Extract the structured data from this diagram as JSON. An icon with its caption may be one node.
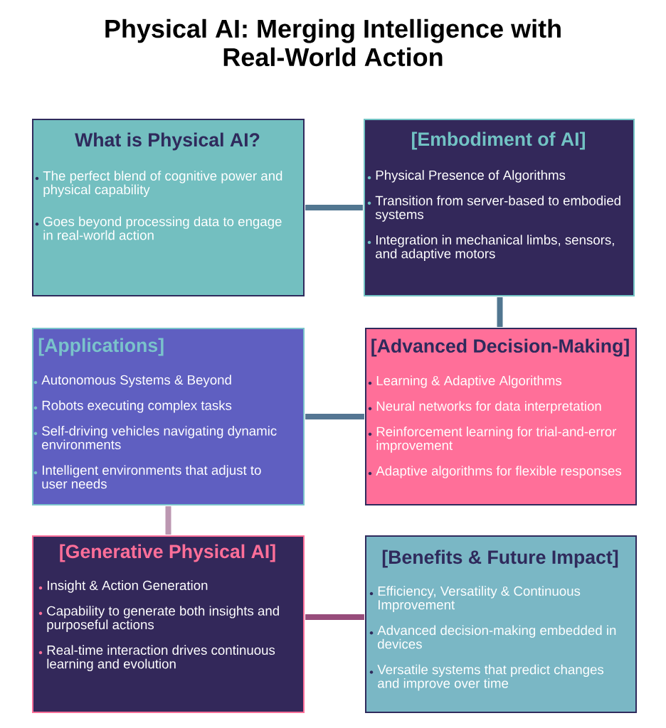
{
  "diagram": {
    "title": "Physical AI: Merging Intelligence with Real-World Action",
    "nodes": [
      {
        "text": [
          "What is Physical AI?",
          "The perfect blend of cognitive power and physical capability",
          "Goes beyond processing data to engage in real-world action"
        ]
      },
      {
        "text": [
          "[Embodiment of AI]",
          "Physical Presence of Algorithms",
          "Transition from server-based to embodied systems",
          "Integration in mechanical limbs, sensors, and adaptive motors"
        ]
      },
      {
        "text": [
          "[Applications]",
          "Autonomous Systems & Beyond",
          "Robots executing complex tasks",
          "Self-driving vehicles navigating dynamic environments",
          "Intelligent environments that adjust to user needs"
        ]
      },
      {
        "text": [
          "[Advanced Decision-Making]",
          "Learning & Adaptive Algorithms",
          "Neural networks for data interpretation",
          "Reinforcement learning for trial-and-error improvement",
          "Adaptive algorithms for flexible responses"
        ]
      },
      {
        "text": [
          "[Generative Physical AI]",
          "Insight & Action Generation",
          "Capability to generate both insights and purposeful actions",
          "Real-time interaction drives continuous learning and evolution"
        ]
      },
      {
        "text": [
          "[Benefits & Future Impact]",
          "Efficiency, Versatility & Continuous Improvement",
          "Advanced decision-making embedded in devices",
          "Versatile systems that predict changes and improve over time"
        ]
      }
    ],
    "edges": [
      {
        "from": 0,
        "to": 1,
        "arrow": "none"
      },
      {
        "from": 1,
        "to": 3,
        "arrow": "none"
      },
      {
        "from": 2,
        "to": 3,
        "arrow": "none"
      },
      {
        "from": 2,
        "to": 4,
        "arrow": "none",
        "color": "#bc97b1"
      },
      {
        "from": 4,
        "to": 5,
        "arrow": "none"
      }
    ]
  }
}
